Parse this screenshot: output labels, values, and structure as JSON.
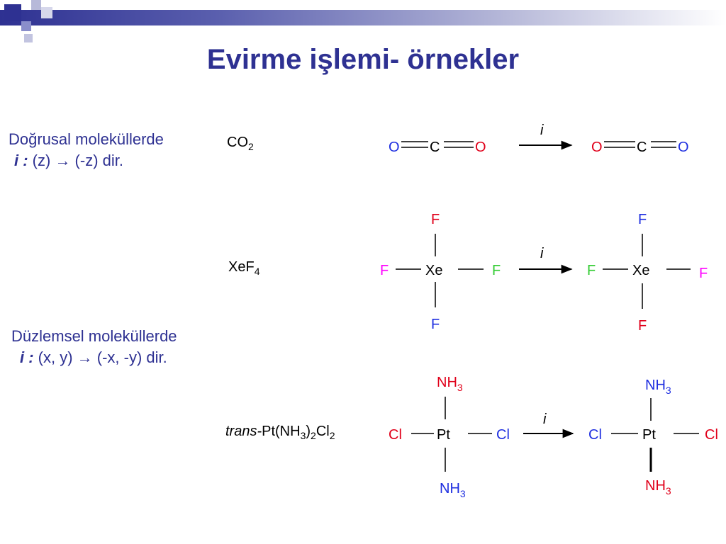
{
  "slide": {
    "title": "Evirme işlemi- örnekler"
  },
  "captions": {
    "linear_heading": "Doğrusal moleküllerde",
    "linear_symbol": "i :",
    "linear_rule": " (z) → (-z) dir.",
    "planar_heading": "Düzlemsel moleküllerde",
    "planar_symbol": "i :",
    "planar_rule": " (x, y) → (-x, -y) dir."
  },
  "molecules": {
    "co2": {
      "formula": "CO",
      "formula_sub": "2"
    },
    "xef4": {
      "formula": "XeF",
      "formula_sub": "4"
    },
    "pt": {
      "prefix": "trans-",
      "formula": "Pt(NH",
      "sub1": "3",
      "mid": ")",
      "sub2": "2",
      "tail": "Cl",
      "sub3": "2"
    }
  },
  "operation": {
    "symbol": "i"
  },
  "atoms": {
    "o": "O",
    "c": "C",
    "f": "F",
    "xe": "Xe",
    "cl": "Cl",
    "pt": "Pt",
    "nh": "NH",
    "nh_sub": "3"
  },
  "colors": {
    "title": "#2E3192",
    "oxygen": "#1F2FE0",
    "fluorine_top": "#E0001A",
    "fluorine_left": "#FF00FF",
    "fluorine_right": "#33CC33",
    "fluorine_bottom": "#1F2FE0",
    "chlorine": "#E0001A",
    "nh3_red": "#E0001A",
    "nh3_blue": "#1F2FE0"
  }
}
